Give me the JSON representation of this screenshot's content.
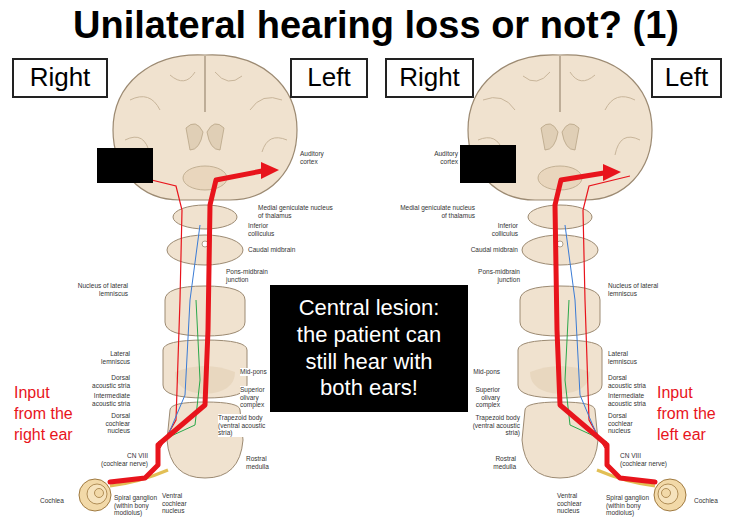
{
  "diagram": {
    "title": "Unilateral hearing loss or not? (1)",
    "nodes": [
      {
        "text": [
          "Right"
        ]
      },
      {
        "text": [
          "Left"
        ]
      },
      {
        "text": [
          "Right"
        ]
      },
      {
        "text": [
          "Left"
        ]
      },
      {
        "text": [
          "Central lesion: the patient can still hear with both ears!"
        ]
      }
    ],
    "labels": [
      "Input from the right ear",
      "Input from the left ear",
      "Auditory cortex",
      "Medial geniculate nucleus of thalamus",
      "Inferior colliculus",
      "Caudal midbrain",
      "Nucleus of lateral lemniscus",
      "Pons-midbrain junction",
      "Lateral lemniscus",
      "Mid-pons",
      "Dorsal acoustic stria",
      "Intermediate acoustic stria",
      "Superior olivary complex",
      "Dorsal cochlear nucleus",
      "Trapezoid body (ventral acoustic stria)",
      "CN VIII (cochlear nerve)",
      "Rostral medulla",
      "Cochlea",
      "Spiral ganglion (within bony modiolus)",
      "Ventral cochlear nucleus",
      "Auditory cortex",
      "Medial geniculate nucleus of thalamus",
      "Inferior colliculus",
      "Caudal midbrain",
      "Nucleus of lateral lemniscus",
      "Pons-midbrain junction",
      "Lateral lemniscus",
      "Mid-pons",
      "Dorsal acoustic stria",
      "Intermediate acoustic stria",
      "Superior olivary complex",
      "Dorsal cochlear nucleus",
      "Trapezoid body (ventral acoustic stria)",
      "CN VIII (cochlear nerve)",
      "Rostral medulla",
      "Cochlea",
      "Spiral ganglion (within bony modiolus)",
      "Ventral cochlear nucleus"
    ]
  }
}
